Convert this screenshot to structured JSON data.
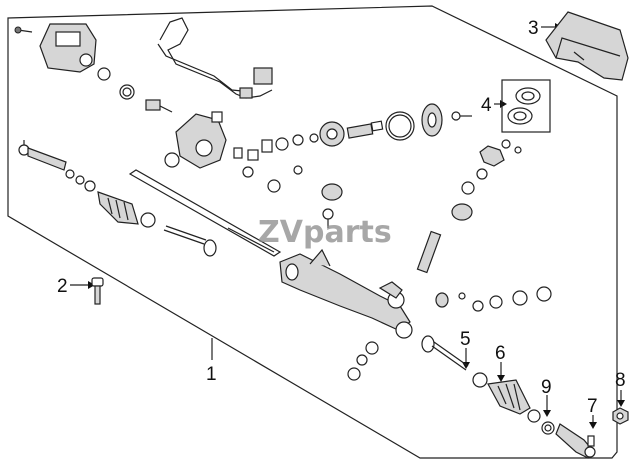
{
  "watermark": "ZVparts",
  "callouts": [
    {
      "id": "1",
      "label": "1"
    },
    {
      "id": "2",
      "label": "2"
    },
    {
      "id": "3",
      "label": "3"
    },
    {
      "id": "4",
      "label": "4"
    },
    {
      "id": "5",
      "label": "5"
    },
    {
      "id": "6",
      "label": "6"
    },
    {
      "id": "7",
      "label": "7"
    },
    {
      "id": "8",
      "label": "8"
    },
    {
      "id": "9",
      "label": "9"
    }
  ]
}
